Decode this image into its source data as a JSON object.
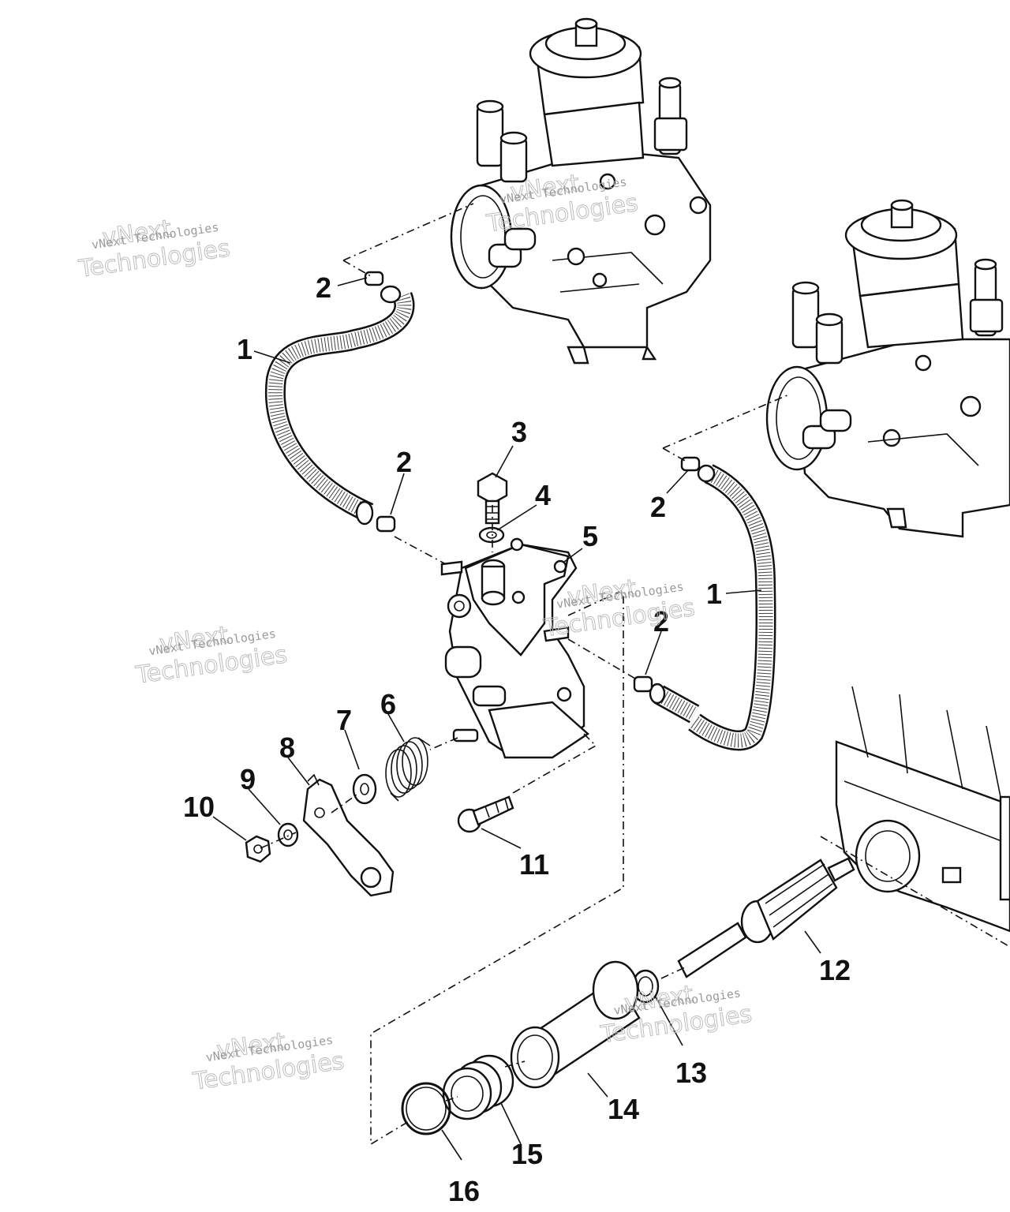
{
  "diagram": {
    "callouts": [
      "1",
      "2",
      "3",
      "4",
      "5",
      "6",
      "7",
      "8",
      "9",
      "10",
      "11",
      "12",
      "13",
      "14",
      "15",
      "16"
    ],
    "callout_instances": {
      "hose_left": "1",
      "hose_right": "1",
      "clamp_top_left": "2",
      "clamp_left_mid": "2",
      "clamp_right_top": "2",
      "clamp_right_mid": "2",
      "bolt": "3",
      "washer": "4",
      "oil_pump": "5",
      "spring": "6",
      "washer_small": "7",
      "lever": "8",
      "lock_washer": "9",
      "nut": "10",
      "screw": "11",
      "drive_shaft": "12",
      "shim": "13",
      "sleeve": "14",
      "seal": "15",
      "snap_ring": "16"
    },
    "watermark": {
      "line_small": "vNext Technologies",
      "line_big_1": "vNext",
      "line_big_2": "Technologies"
    }
  }
}
